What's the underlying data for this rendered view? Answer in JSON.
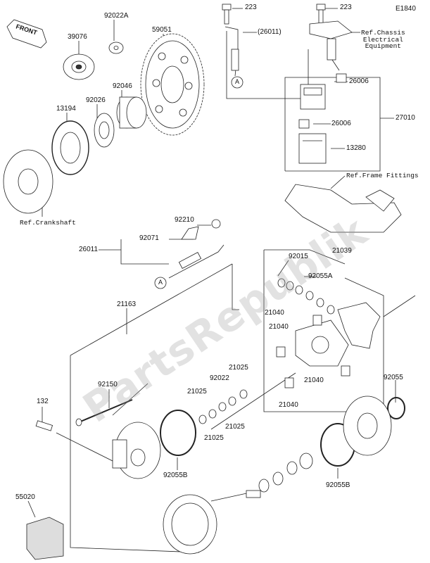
{
  "diagram_code": "E1840",
  "front_label": "FRONT",
  "watermark": "PartsRepublik",
  "labels": {
    "p223a": "223",
    "p223b": "223",
    "p26011a": "(26011)",
    "ref_chassis": "Ref.Chassis\nElectrical\nEquipment",
    "p92022A": "92022A",
    "p39076": "39076",
    "p59051": "59051",
    "p92046": "92046",
    "p92026": "92026",
    "p13194": "13194",
    "p26006a": "26006",
    "p26006b": "26006",
    "p27010": "27010",
    "p13280": "13280",
    "ref_frame": "Ref.Frame Fittings",
    "ref_crank": "Ref.Crankshaft",
    "p92210": "92210",
    "p92071": "92071",
    "p26011b": "26011",
    "p92015": "92015",
    "p21039": "21039",
    "p92055A": "92055A",
    "p21163": "21163",
    "p21040a": "21040",
    "p21040b": "21040",
    "p21040c": "21040",
    "p21040d": "21040",
    "p21025a": "21025",
    "p21025b": "21025",
    "p21025c": "21025",
    "p21025d": "21025",
    "p92022": "92022",
    "p92150": "92150",
    "p92055": "92055",
    "p132": "132",
    "p92055Ba": "92055B",
    "p92055Bb": "92055B",
    "p55020": "55020",
    "markA1": "A",
    "markA2": "A"
  }
}
